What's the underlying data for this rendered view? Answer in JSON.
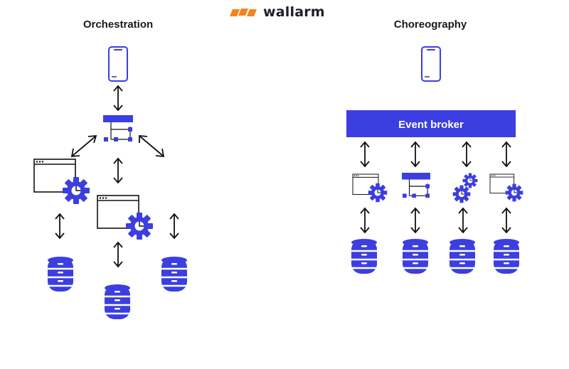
{
  "brand": {
    "name": "wallarm",
    "color": "#f5831f"
  },
  "orchestration": {
    "title": "Orchestration"
  },
  "choreography": {
    "title": "Choreography",
    "broker_label": "Event broker"
  },
  "colors": {
    "accent": "#3b3ee0",
    "stroke": "#111111"
  },
  "icons": [
    "phone-icon",
    "orchestrator-icon",
    "browser-window-icon",
    "gear-icon",
    "database-icon",
    "double-arrow-icon"
  ]
}
